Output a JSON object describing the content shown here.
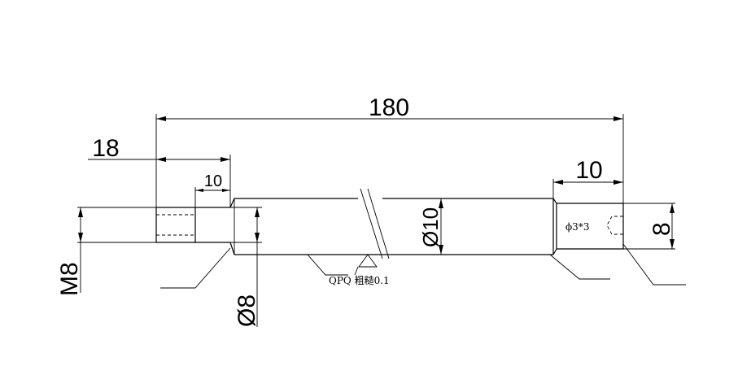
{
  "dimensions": {
    "overall_length": "180",
    "thread_length": "18",
    "thread_sub_length": "10",
    "end_length": "10",
    "thread_size": "M8",
    "neck_diameter": "Ø8",
    "body_diameter": "Ø10",
    "end_diameter": "8"
  },
  "notes": {
    "hole": "ϕ3*3",
    "surface": "QPQ 粗糙0.1"
  }
}
